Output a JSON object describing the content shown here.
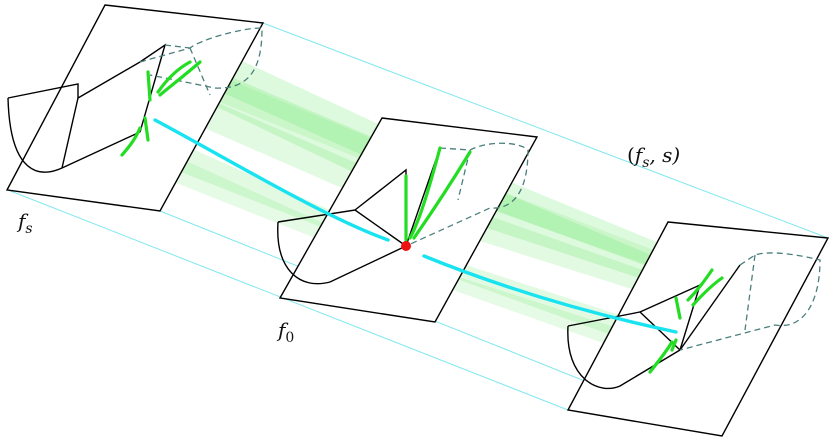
{
  "labels": {
    "left": {
      "base": "f",
      "sub": "s"
    },
    "center": {
      "base": "f",
      "sub": "0"
    },
    "family": {
      "open": "(",
      "base": "f",
      "sub": "s",
      "rest": ", s)"
    }
  },
  "colors": {
    "curve": "#19e3f0",
    "guides": "#7fe8ee",
    "cone": "#22dd22",
    "critical_point": "#ee1111",
    "dashed": "#4a7f7c"
  }
}
